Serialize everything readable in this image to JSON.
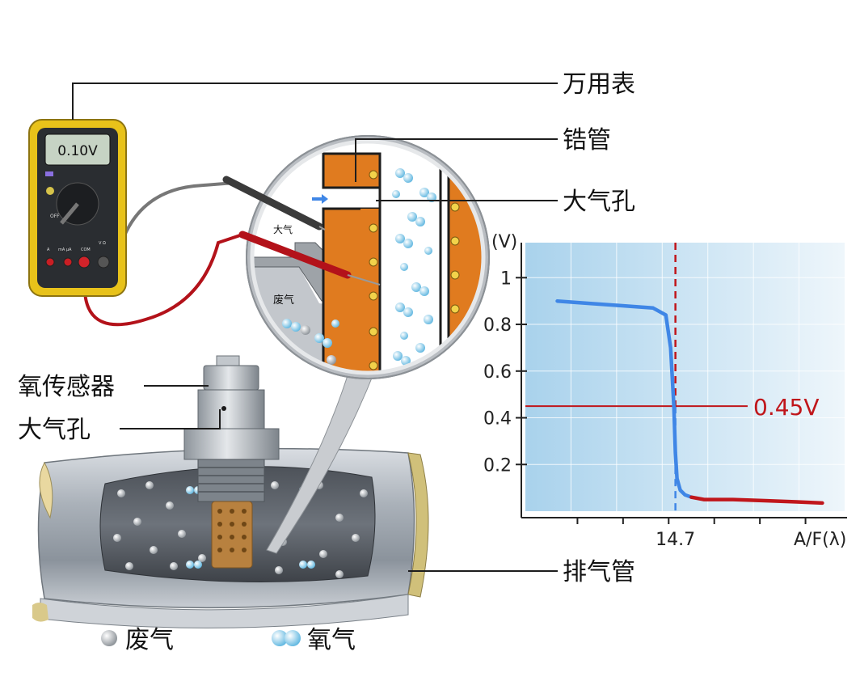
{
  "labels": {
    "multimeter": "万用表",
    "zirconia_tube": "锆管",
    "vent_hole_top": "大气孔",
    "sensor": "氧传感器",
    "vent_hole_bottom": "大气孔",
    "exhaust_pipe": "排气管"
  },
  "meter": {
    "reading": "0.10V",
    "com_label": "COM",
    "v_label": "V Ω",
    "off_label": "OFF",
    "a_label": "A",
    "ma_label": "mA μA"
  },
  "magnifier": {
    "air_label": "大气",
    "exhaust_label": "废气"
  },
  "legend": {
    "exhaust_gas": "废气",
    "oxygen": "氧气"
  },
  "colors": {
    "zirconia": "#e07b1f",
    "meter_yellow": "#e8c21a",
    "curve_blue": "#3f86e6",
    "curve_red": "#c0161b",
    "chart_bg": "#bcdcf0"
  },
  "chart_data": {
    "type": "line",
    "ylabel": "(V)",
    "xlabel": "A/F(λ)",
    "ytick_labels": [
      "0.2",
      "0.4",
      "0.6",
      "0.8",
      "1"
    ],
    "yticks": [
      0.2,
      0.4,
      0.6,
      0.8,
      1.0
    ],
    "ylim": [
      0,
      1.15
    ],
    "xlim": [
      10,
      20
    ],
    "xtick_label": "14.7",
    "x_marker": 14.7,
    "threshold": 0.45,
    "threshold_label": "0.45V",
    "grid": true,
    "series": [
      {
        "color": "blue",
        "x": [
          11.0,
          12.0,
          13.0,
          14.0,
          14.4,
          14.55,
          14.65,
          14.7,
          14.75,
          14.85,
          15.0,
          15.2
        ],
        "y": [
          0.9,
          0.89,
          0.88,
          0.87,
          0.84,
          0.7,
          0.45,
          0.25,
          0.14,
          0.09,
          0.07,
          0.06
        ]
      },
      {
        "color": "red",
        "x": [
          15.2,
          15.6,
          16.5,
          17.5,
          18.5,
          19.3
        ],
        "y": [
          0.06,
          0.05,
          0.05,
          0.045,
          0.04,
          0.035
        ]
      }
    ]
  }
}
